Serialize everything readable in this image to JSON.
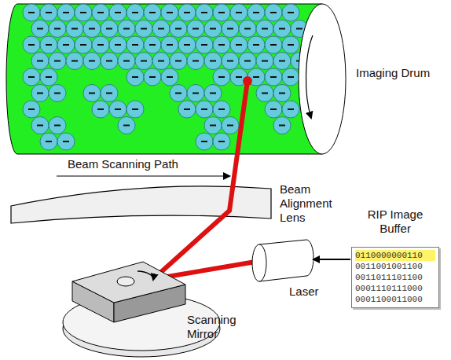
{
  "diagram": {
    "nodes": [
      {
        "text": [
          "RIP Image Buffer",
          "0110000000110",
          "0011001001100",
          "0011011101100",
          "0001110111000",
          "0001100011000"
        ]
      },
      {
        "text": [
          "Laser"
        ]
      }
    ],
    "edges": [
      {
        "from": 0,
        "to": 1,
        "arrow": "to"
      }
    ],
    "labels": [
      "Imaging Drum",
      "Beam Scanning Path",
      "Beam Alignment Lens",
      "Scanning Mirror"
    ]
  }
}
